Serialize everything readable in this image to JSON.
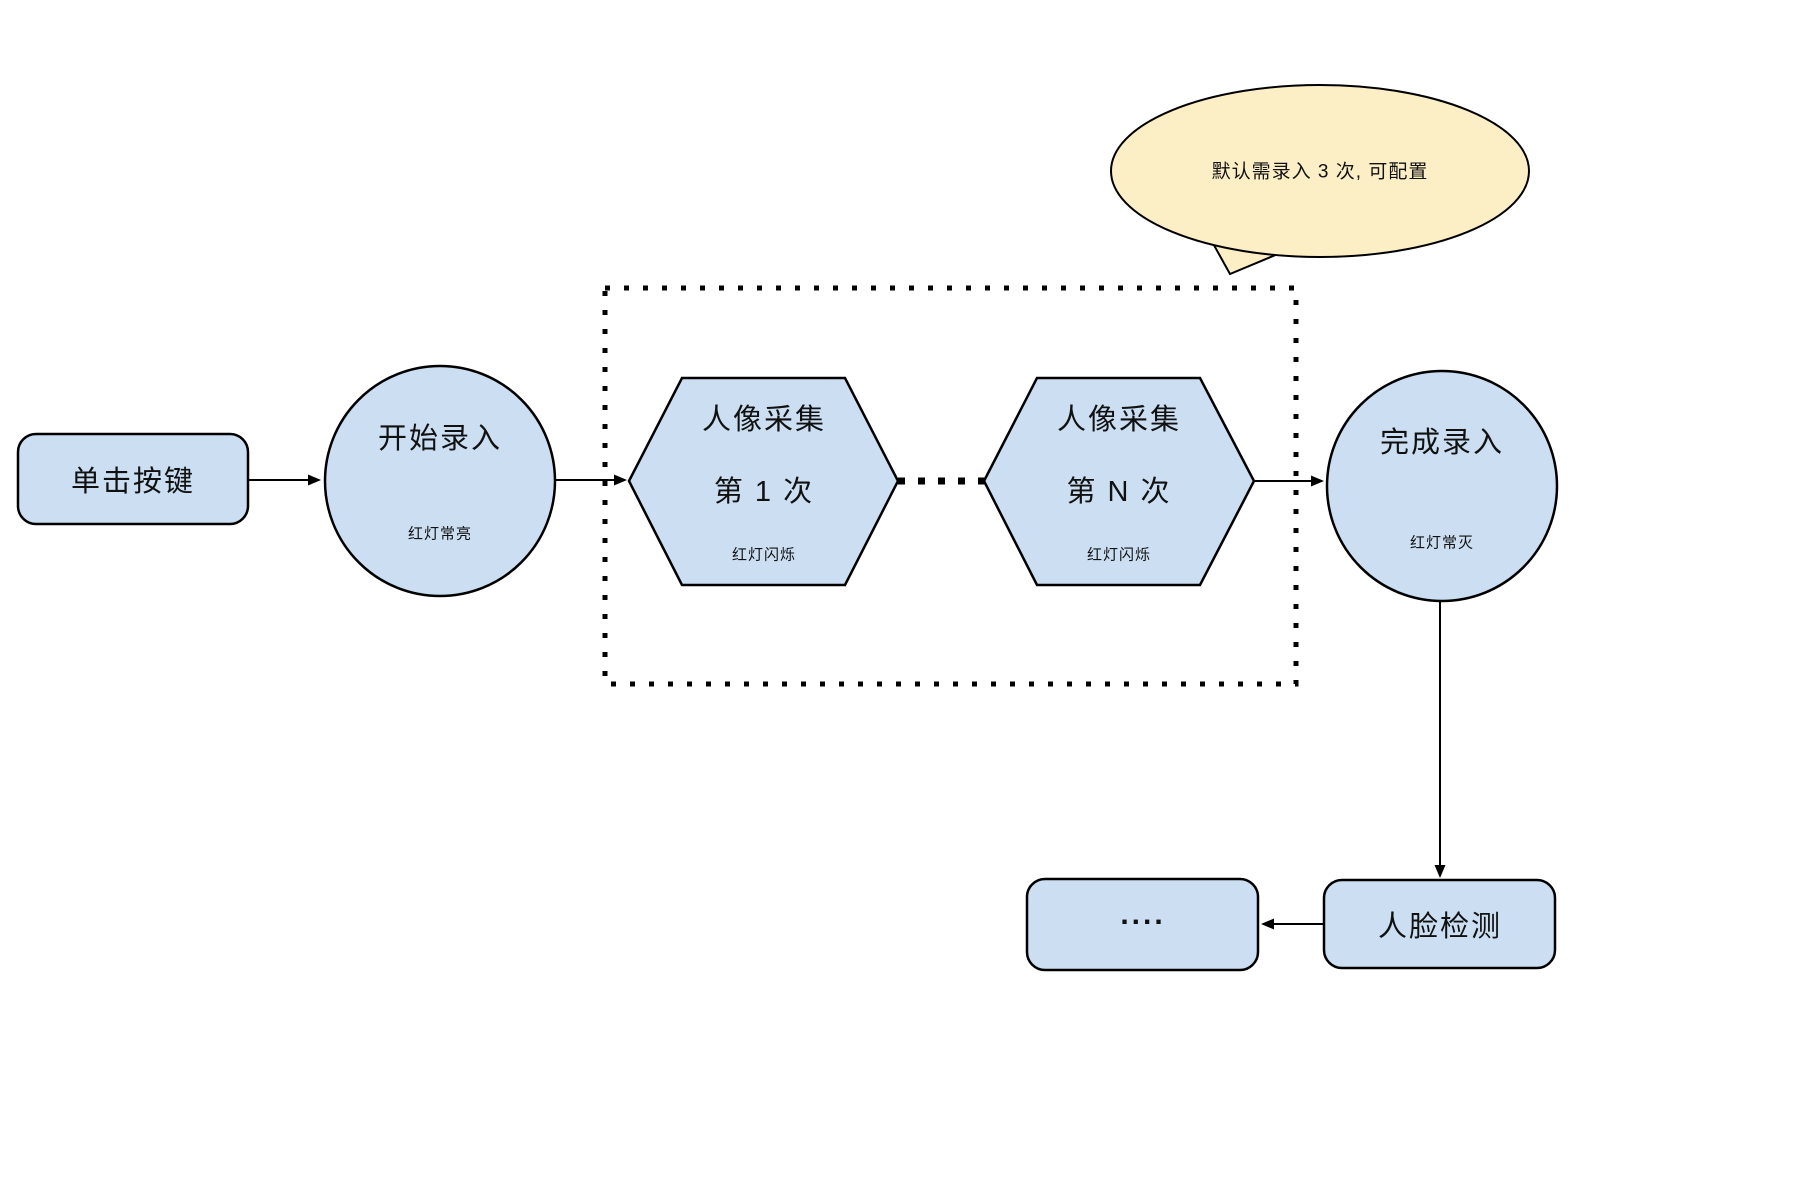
{
  "diagram": {
    "nodes": {
      "click_button": {
        "label": "单击按键"
      },
      "start_capture": {
        "title": "开始录入",
        "subtitle": "红灯常亮"
      },
      "capture_first": {
        "line1": "人像采集",
        "line2": "第 1 次",
        "subtitle": "红灯闪烁"
      },
      "capture_nth": {
        "line1": "人像采集",
        "line2": "第 N 次",
        "subtitle": "红灯闪烁"
      },
      "finish_capture": {
        "title": "完成录入",
        "subtitle": "红灯常灭"
      },
      "face_detection": {
        "label": "人脸检测"
      },
      "continuation": {
        "label": "...."
      }
    },
    "callout": {
      "text": "默认需录入 3 次, 可配置"
    },
    "colors": {
      "node_fill": "#CBDEF2",
      "callout_fill": "#FCEFC6",
      "stroke": "#000000",
      "background": "#FFFFFF"
    }
  }
}
